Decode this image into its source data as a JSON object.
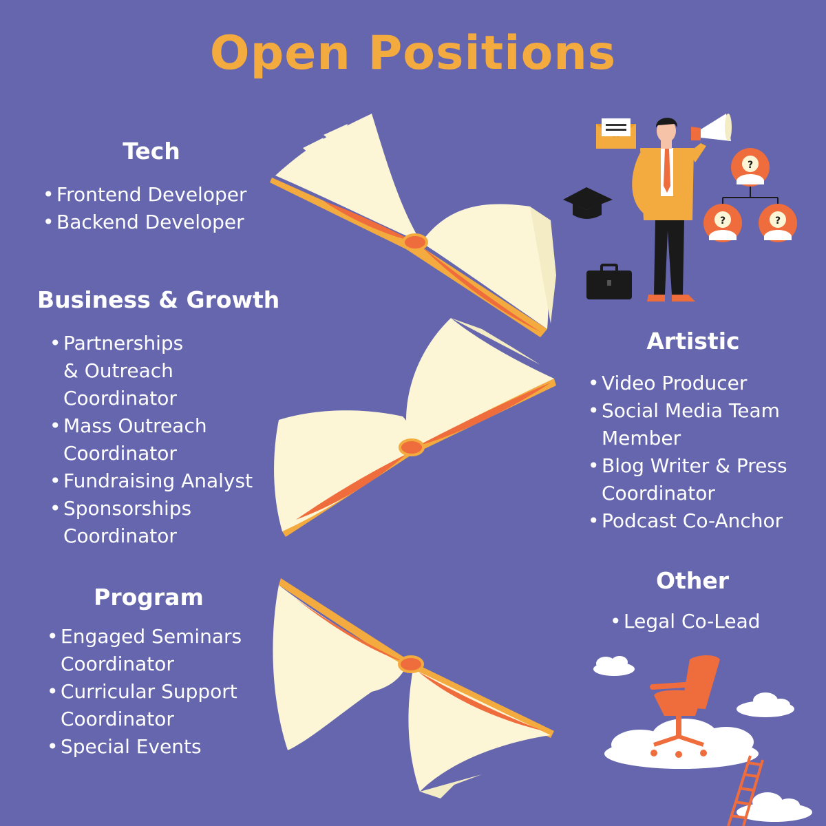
{
  "title": "Open Positions",
  "colors": {
    "background": "#6566ad",
    "title": "#f3aa3f",
    "text": "#ffffff",
    "page": "#fcf6d6",
    "cover": "#f3aa3f",
    "accent": "#ef6c3c"
  },
  "sections": {
    "tech": {
      "heading": "Tech",
      "items": [
        "Frontend Developer",
        "Backend Developer"
      ]
    },
    "business": {
      "heading": "Business & Growth",
      "items": [
        "Partnerships\n& Outreach\nCoordinator",
        "Mass Outreach\nCoordinator",
        "Fundraising Analyst",
        "Sponsorships\nCoordinator"
      ]
    },
    "program": {
      "heading": "Program",
      "items": [
        "Engaged Seminars\nCoordinator",
        "Curricular Support\nCoordinator",
        "Special Events"
      ]
    },
    "artistic": {
      "heading": "Artistic",
      "items": [
        "Video Producer",
        "Social Media Team\nMember",
        "Blog Writer & Press\nCoordinator",
        "Podcast Co-Anchor"
      ]
    },
    "other": {
      "heading": "Other",
      "items": [
        "Legal Co-Lead"
      ]
    }
  },
  "illustration": {
    "org_chart_marks": [
      "?",
      "?",
      "?"
    ],
    "icons": [
      "open-book-icon",
      "envelope-icon",
      "megaphone-icon",
      "graduation-cap-icon",
      "briefcase-icon",
      "office-chair-icon",
      "cloud-icon",
      "ladder-icon"
    ]
  }
}
